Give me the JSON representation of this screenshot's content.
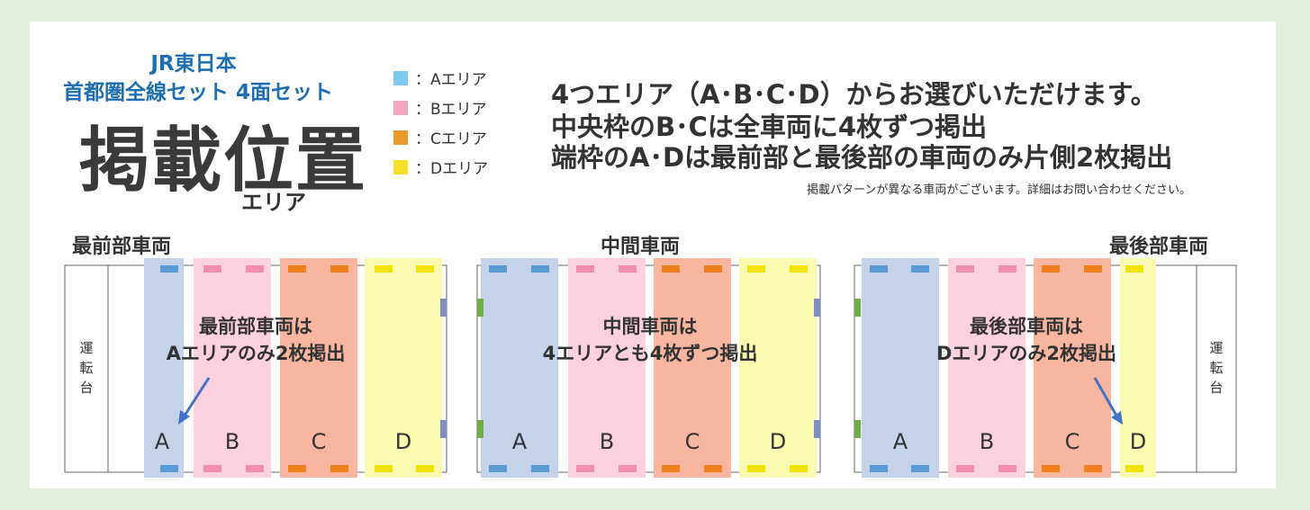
{
  "header": {
    "brand_line1": "JR東日本",
    "brand_line2": "首都圏全線セット 4面セット",
    "title": "掲載位置",
    "subtitle": "エリア"
  },
  "legend": [
    {
      "label": "：Aエリア",
      "color": "#7ec8f0"
    },
    {
      "label": "：Bエリア",
      "color": "#f4a6c2"
    },
    {
      "label": "：Cエリア",
      "color": "#e89a2a"
    },
    {
      "label": "：Dエリア",
      "color": "#f5e12a"
    }
  ],
  "headline": {
    "line1": "4つエリア（A･B･C･D）からお選びいただけます。",
    "line2": "中央枠のB･Cは全車両に4枚ずつ掲出",
    "line3": "端枠のA･Dは最前部と最後部の車両のみ片側2枚掲出",
    "note": "掲載パターンが異なる車両がございます。詳細はお問い合わせください。"
  },
  "cars": {
    "front": {
      "title": "最前部車両",
      "cab_label": "運転台",
      "desc_line1": "最前部車両は",
      "desc_line2": "Aエリアのみ2枚掲出",
      "areas": [
        "A",
        "B",
        "C",
        "D"
      ]
    },
    "middle": {
      "title": "中間車両",
      "desc_line1": "中間車両は",
      "desc_line2": "4エリアとも4枚ずつ掲出",
      "areas": [
        "A",
        "B",
        "C",
        "D"
      ]
    },
    "rear": {
      "title": "最後部車両",
      "cab_label": "運転台",
      "desc_line1": "最後部車両は",
      "desc_line2": "Dエリアのみ2枚掲出",
      "areas": [
        "A",
        "B",
        "C",
        "D"
      ]
    }
  },
  "colors": {
    "area_a_fill": "#c5d3ea",
    "area_b_fill": "#fbd0df",
    "area_c_fill": "#f8b6a0",
    "area_d_fill": "#fafab0",
    "ad_a": "#5b9bd5",
    "ad_b": "#f28db2",
    "ad_c": "#f07f1e",
    "ad_d": "#f2e200",
    "door_green": "#70ad47",
    "door_purple": "#7f8fc0",
    "brand_blue": "#1e6eb3",
    "arrow_blue": "#4472c4"
  }
}
